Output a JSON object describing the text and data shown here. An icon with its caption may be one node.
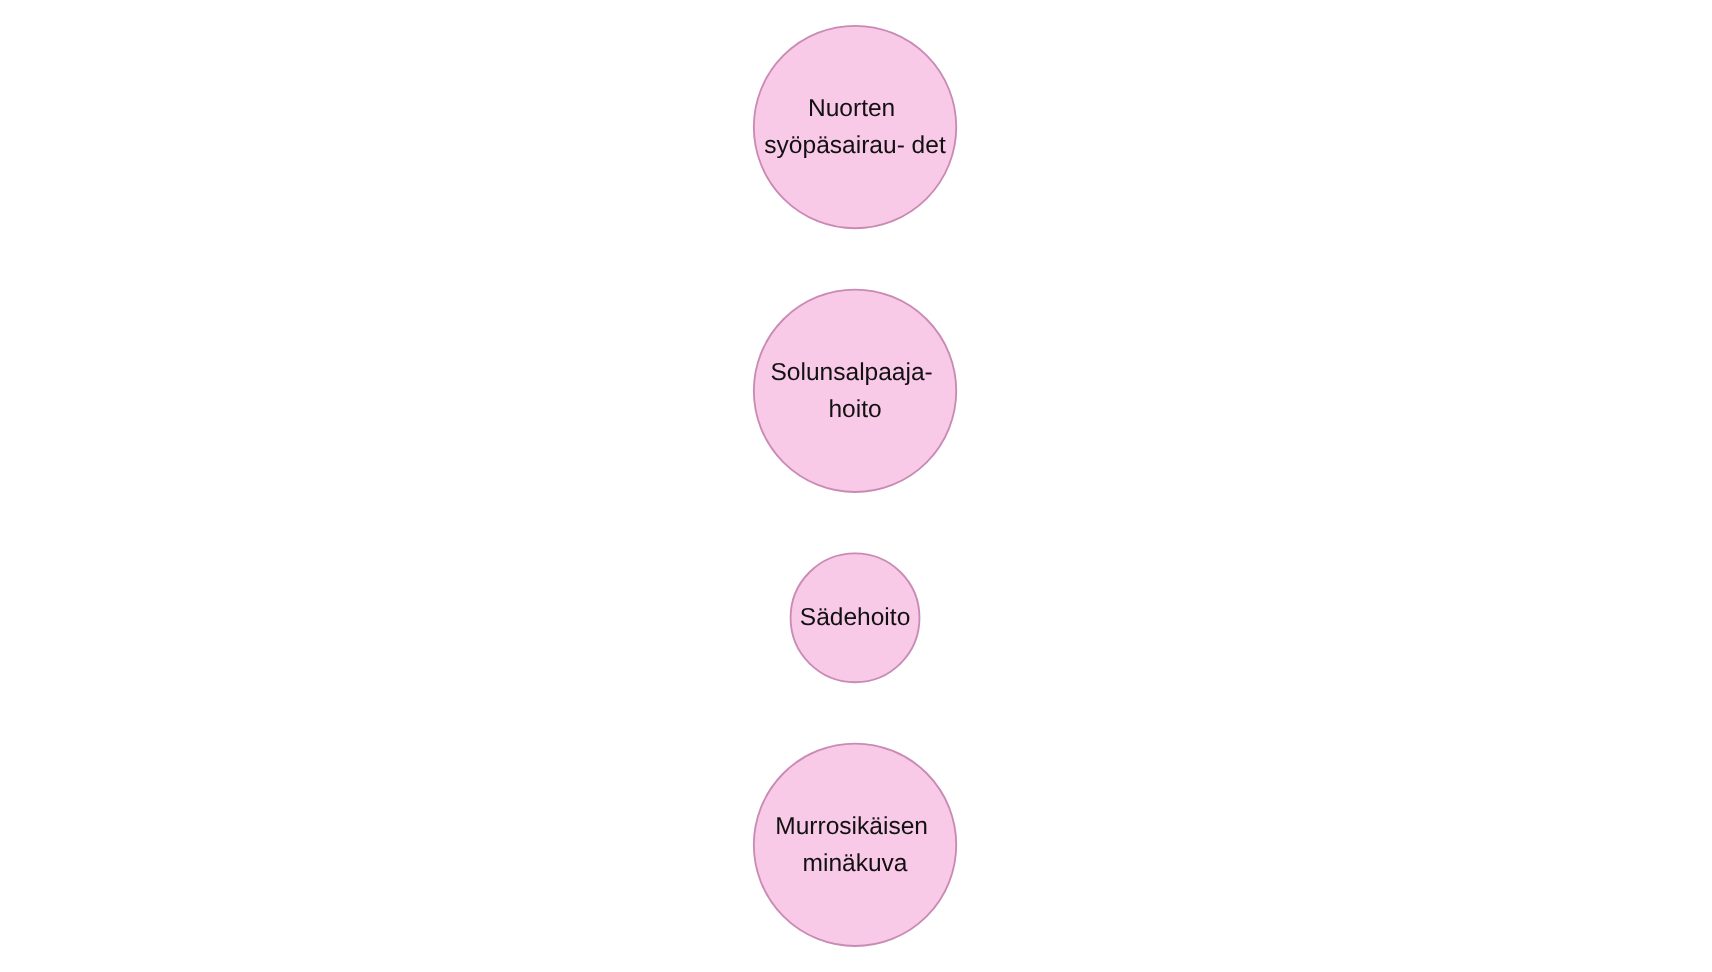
{
  "diagram": {
    "nodes": [
      {
        "text": [
          "Nuorten syöpäsairau- det"
        ]
      },
      {
        "text": [
          "Solunsalpaaja- hoito"
        ]
      },
      {
        "text": [
          "Sädehoito"
        ]
      },
      {
        "text": [
          "Murrosikäisen minäkuva"
        ]
      }
    ]
  }
}
